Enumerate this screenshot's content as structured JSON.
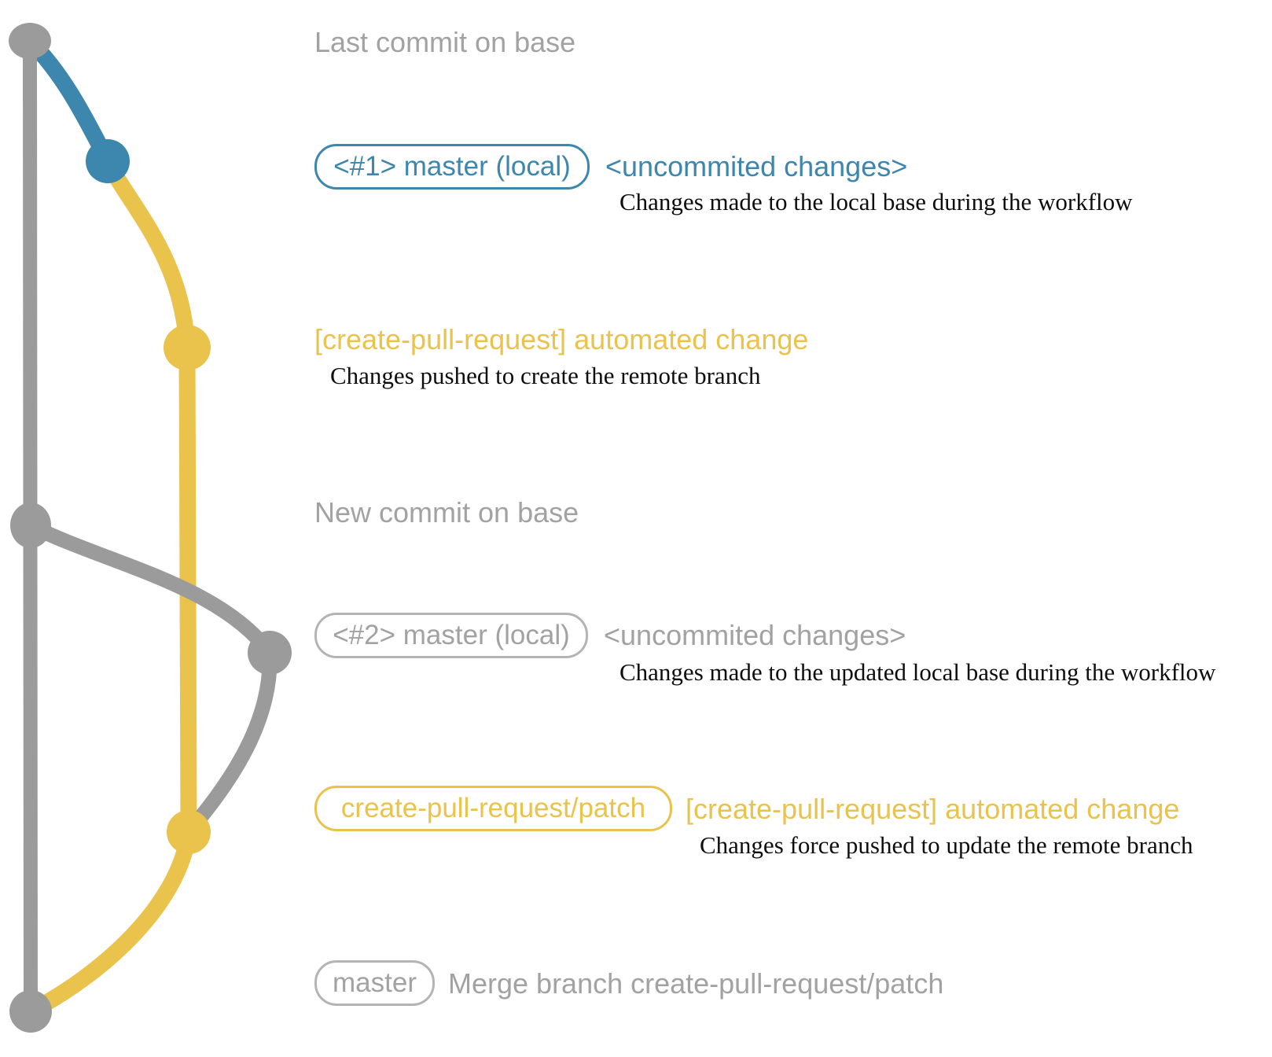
{
  "colors": {
    "gray": "#9b9b9b",
    "gray_text": "#a2a2a2",
    "gray_border": "#b4b4b4",
    "blue": "#3d86ad",
    "yellow": "#eac34d",
    "caption": "#0e0e0e"
  },
  "graph": {
    "nodes": [
      {
        "id": "last-commit-on-base",
        "color": "gray"
      },
      {
        "id": "local-master-1",
        "color": "blue"
      },
      {
        "id": "patch-branch-created",
        "color": "yellow"
      },
      {
        "id": "new-commit-on-base",
        "color": "gray"
      },
      {
        "id": "local-master-2",
        "color": "gray"
      },
      {
        "id": "patch-branch-updated",
        "color": "yellow"
      },
      {
        "id": "merge-commit",
        "color": "gray"
      }
    ]
  },
  "annotations": {
    "last_commit": "Last commit on base",
    "row1": {
      "badge": "<#1> master (local)",
      "title": "<uncommited changes>",
      "caption": "Changes made to the local base during the workflow"
    },
    "row2": {
      "title": "[create-pull-request] automated change",
      "caption": "Changes pushed to create the remote branch"
    },
    "new_commit": "New commit on base",
    "row3": {
      "badge": "<#2> master (local)",
      "title": "<uncommited changes>",
      "caption": "Changes made to the updated local base during the workflow"
    },
    "row4": {
      "badge": "create-pull-request/patch",
      "title": "[create-pull-request] automated change",
      "caption": "Changes force pushed to update the remote branch"
    },
    "row5": {
      "badge": "master",
      "title": "Merge branch create-pull-request/patch"
    }
  }
}
